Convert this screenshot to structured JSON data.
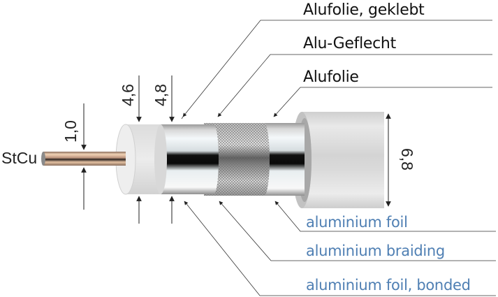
{
  "labels_de": {
    "outer_foil": "Alufolie, geklebt",
    "braid": "Alu-Geflecht",
    "inner_foil": "Alufolie"
  },
  "labels_en": {
    "inner_foil": "aluminium foil",
    "braid": "aluminium braiding",
    "outer_foil": "aluminium foil, bonded"
  },
  "conductor": {
    "label": "StCu"
  },
  "dimensions": {
    "conductor_diameter": "1,0",
    "dielectric_diameter": "4,6",
    "foil_diameter": "4,8",
    "outer_diameter": "6,8"
  },
  "colors": {
    "english_text": "#4f7fb3",
    "german_text": "#111111",
    "copper": "#d9b08c",
    "jacket": "#e4e4e4"
  }
}
